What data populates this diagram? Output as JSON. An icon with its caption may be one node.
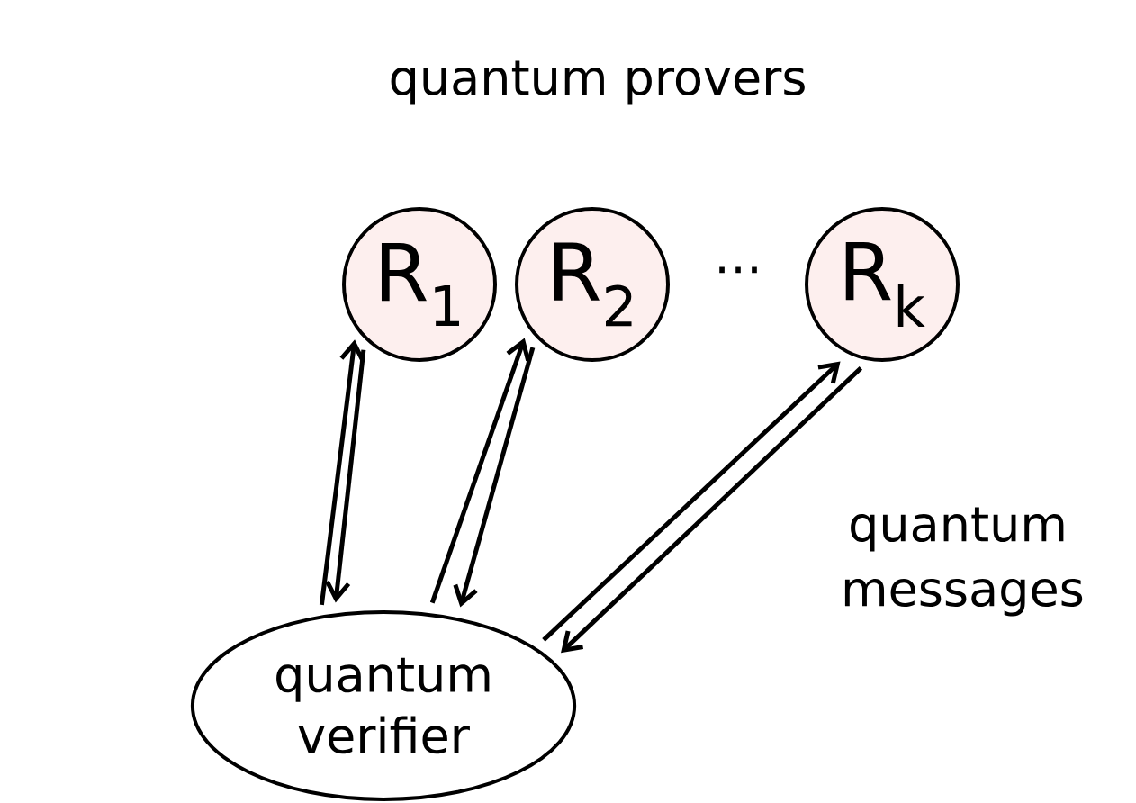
{
  "diagram": {
    "title": "quantum provers",
    "nodes": [
      {
        "text": [
          "R$_{1}$"
        ]
      },
      {
        "text": [
          "R$_{2}$"
        ]
      },
      {
        "text": [
          "R$_{k}$"
        ]
      },
      {
        "text": [
          "quantum verifier"
        ]
      }
    ],
    "edges": [
      {
        "from": 3,
        "to": 0,
        "arrow": "to"
      },
      {
        "from": 0,
        "to": 3,
        "arrow": "to"
      },
      {
        "from": 3,
        "to": 1,
        "arrow": "to"
      },
      {
        "from": 1,
        "to": 3,
        "arrow": "to"
      },
      {
        "from": 3,
        "to": 2,
        "arrow": "to"
      },
      {
        "from": 2,
        "to": 3,
        "arrow": "to"
      }
    ],
    "labels": [
      "…",
      "quantum messages"
    ]
  }
}
